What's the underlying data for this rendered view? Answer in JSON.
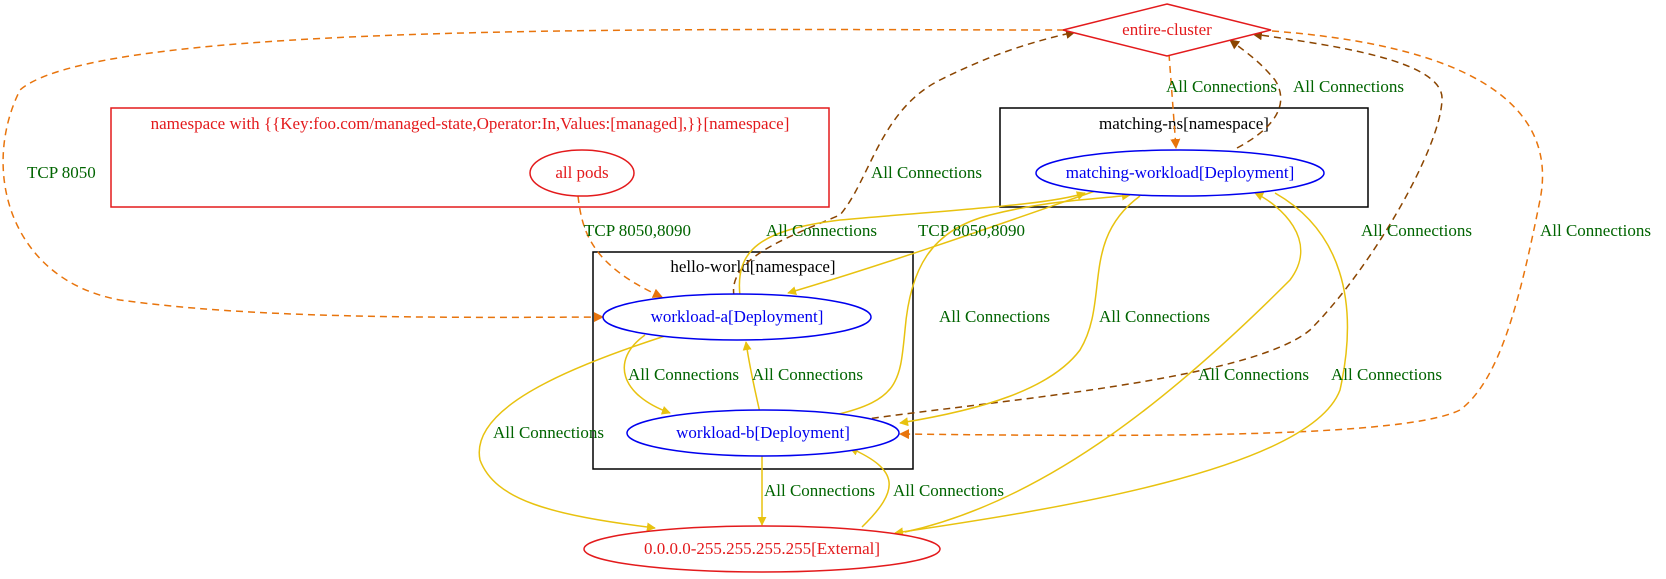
{
  "colors": {
    "blue": "#0000ee",
    "red": "#e31a1c",
    "black": "#000000",
    "green_label": "#006400",
    "yellow_edge": "#e8c20f",
    "orange_edge": "#e8740c",
    "brown_edge": "#8b4500"
  },
  "clusters": {
    "selector_ns": "namespace with {{Key:foo.com/managed-state,Operator:In,Values:[managed],}}[namespace]",
    "matching_ns": "matching-ns[namespace]",
    "hello_world": "hello-world[namespace]"
  },
  "nodes": {
    "entire_cluster": "entire-cluster",
    "all_pods": "all pods",
    "matching_workload": "matching-workload[Deployment]",
    "workload_a": "workload-a[Deployment]",
    "workload_b": "workload-b[Deployment]",
    "external": "0.0.0.0-255.255.255.255[External]"
  },
  "edge_labels": {
    "tcp_8050": "TCP 8050",
    "cluster_to_mw": "All Connections",
    "mw_to_cluster": "All Connections",
    "wa_to_cluster": "All Connections",
    "allpods_to_wa": "TCP 8050,8090",
    "wa_mw_yellow": "All Connections",
    "mw_wa_tcp": "TCP 8050,8090",
    "wb_to_cluster": "All Connections",
    "cluster_to_wb": "All Connections",
    "wb_to_mw": "All Connections",
    "mw_to_wb": "All Connections",
    "wa_to_wb": "All Connections",
    "wb_to_wa": "All Connections",
    "wa_to_ext": "All Connections",
    "ext_to_mw": "All Connections",
    "mw_to_ext": "All Connections",
    "wb_to_ext": "All Connections",
    "ext_to_wb": "All Connections"
  }
}
